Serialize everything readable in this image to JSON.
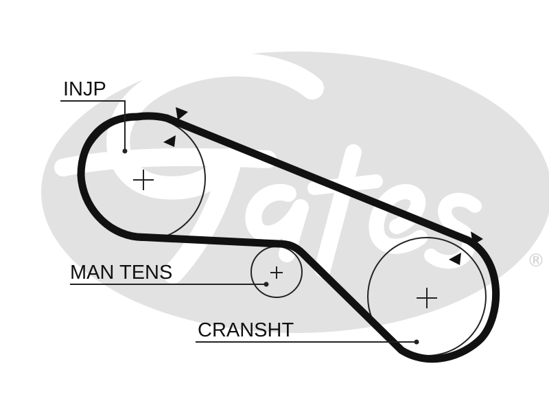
{
  "watermark": {
    "brand": "Gates",
    "registered": "®",
    "color": "#e2e2e2"
  },
  "colors": {
    "belt": "#111111",
    "lines": "#222222"
  },
  "labels": {
    "injection_pump": "INJP",
    "manual_tensioner": "MAN TENS",
    "crankshaft": "CRANSHT"
  },
  "icons": {
    "pulley_center": "plus-crosshair",
    "rotation": "triangle-arrow"
  }
}
